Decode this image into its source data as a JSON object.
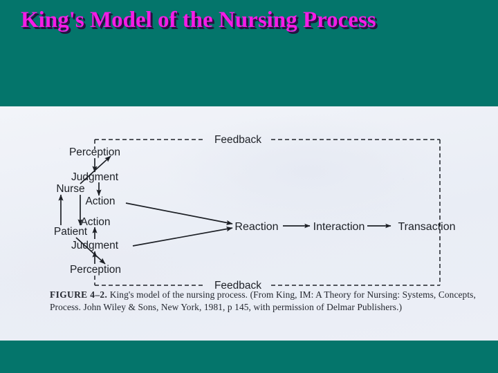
{
  "slide": {
    "title": "King's Model of the Nursing Process",
    "background_color": "#04756b",
    "title_color": "#f51ce6",
    "title_shadow_color": "#2b1044",
    "paper_color": "#eef1f8"
  },
  "figure": {
    "caption_label": "FIGURE 4–2.",
    "caption_text": " King's model of the nursing process. (From King, IM: A Theory for Nursing: Systems, Concepts, Process. John Wiley & Sons, New York, 1981, p 145, with permission of Delmar Publishers.)",
    "nodes": {
      "nurse": "Nurse",
      "patient": "Patient",
      "nurse_perception": "Perception",
      "nurse_judgment": "Judgment",
      "nurse_action": "Action",
      "patient_action": "Action",
      "patient_judgment": "Judgment",
      "patient_perception": "Perception",
      "reaction": "Reaction",
      "interaction": "Interaction",
      "transaction": "Transaction",
      "feedback_top": "Feedback",
      "feedback_bottom": "Feedback"
    }
  },
  "diagram_data": {
    "type": "flowchart",
    "title": "King's model of the nursing process",
    "actors": [
      "Nurse",
      "Patient"
    ],
    "nurse_sequence": [
      "Perception",
      "Judgment",
      "Action"
    ],
    "patient_sequence": [
      "Perception",
      "Judgment",
      "Action"
    ],
    "outcome_sequence": [
      "Reaction",
      "Interaction",
      "Transaction"
    ],
    "feedback_loops": [
      "Feedback",
      "Feedback"
    ],
    "edges": [
      {
        "from": "Patient",
        "to": "Nurse",
        "style": "solid-arrow"
      },
      {
        "from": "Nurse",
        "to": "Patient",
        "style": "solid-arrow"
      },
      {
        "from": "Nurse",
        "to": "Perception (nurse)",
        "style": "solid-arrow"
      },
      {
        "from": "Perception (nurse)",
        "to": "Judgment (nurse)",
        "style": "solid-arrow"
      },
      {
        "from": "Judgment (nurse)",
        "to": "Action (nurse)",
        "style": "solid-arrow"
      },
      {
        "from": "Action (nurse)",
        "to": "Reaction",
        "style": "solid-arrow"
      },
      {
        "from": "Patient",
        "to": "Perception (patient)",
        "style": "solid-arrow"
      },
      {
        "from": "Perception (patient)",
        "to": "Judgment (patient)",
        "style": "solid-arrow"
      },
      {
        "from": "Judgment (patient)",
        "to": "Action (patient)",
        "style": "solid-arrow"
      },
      {
        "from": "Judgment (patient)",
        "to": "Reaction",
        "style": "solid-arrow"
      },
      {
        "from": "Reaction",
        "to": "Interaction",
        "style": "solid-arrow"
      },
      {
        "from": "Interaction",
        "to": "Transaction",
        "style": "solid-arrow"
      },
      {
        "from": "Transaction",
        "to": "Perception (nurse)",
        "style": "dashed",
        "label": "Feedback"
      },
      {
        "from": "Transaction",
        "to": "Perception (patient)",
        "style": "dashed",
        "label": "Feedback"
      }
    ]
  }
}
